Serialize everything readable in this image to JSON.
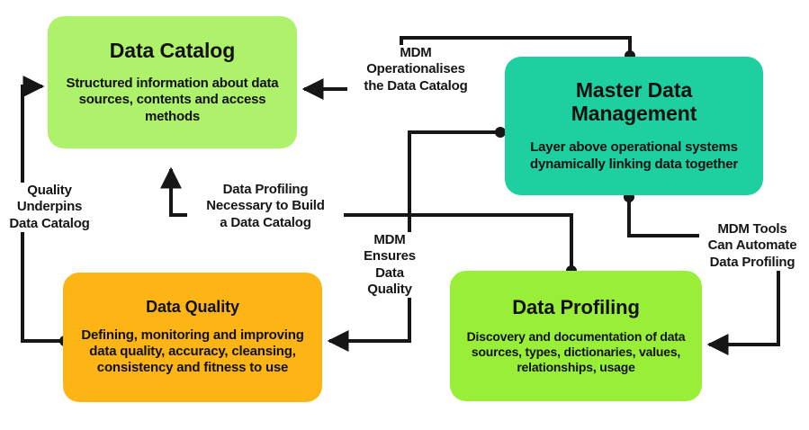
{
  "diagram": {
    "title": "Data Management Concepts Relationship Diagram",
    "background_color": "#ffffff",
    "line_color": "#161616",
    "nodes": [
      {
        "id": "data-catalog",
        "title": "Data Catalog",
        "description": "Structured information about data sources, contents and access methods",
        "color": "#aef16a"
      },
      {
        "id": "master-data-management",
        "title": "Master Data\nManagement",
        "description": "Layer above operational systems dynamically linking data together",
        "color": "#1ecfa0"
      },
      {
        "id": "data-quality",
        "title": "Data Quality",
        "description": "Defining, monitoring and improving data quality, accuracy, cleansing, consistency and fitness to use",
        "color": "#fcb514"
      },
      {
        "id": "data-profiling",
        "title": "Data Profiling",
        "description": "Discovery and documentation of data sources, types, dictionaries, values, relationships, usage",
        "color": "#99ef38"
      }
    ],
    "edges": [
      {
        "id": "mdm-operationalises",
        "from": "master-data-management",
        "to": "data-catalog",
        "label": "MDM\nOperationalises\nthe Data Catalog"
      },
      {
        "id": "quality-underpins",
        "from": "data-quality",
        "to": "data-catalog",
        "label": "Quality\nUnderpins\nData Catalog"
      },
      {
        "id": "data-profiling-necessary",
        "from": "data-profiling",
        "to": "data-catalog",
        "label": "Data Profiling\nNecessary to Build\na Data Catalog"
      },
      {
        "id": "mdm-ensures",
        "from": "master-data-management",
        "to": "data-quality",
        "label": "MDM\nEnsures\nData\nQuality"
      },
      {
        "id": "mdm-tools",
        "from": "master-data-management",
        "to": "data-profiling",
        "label": "MDM Tools\nCan Automate\nData Profiling"
      }
    ]
  }
}
